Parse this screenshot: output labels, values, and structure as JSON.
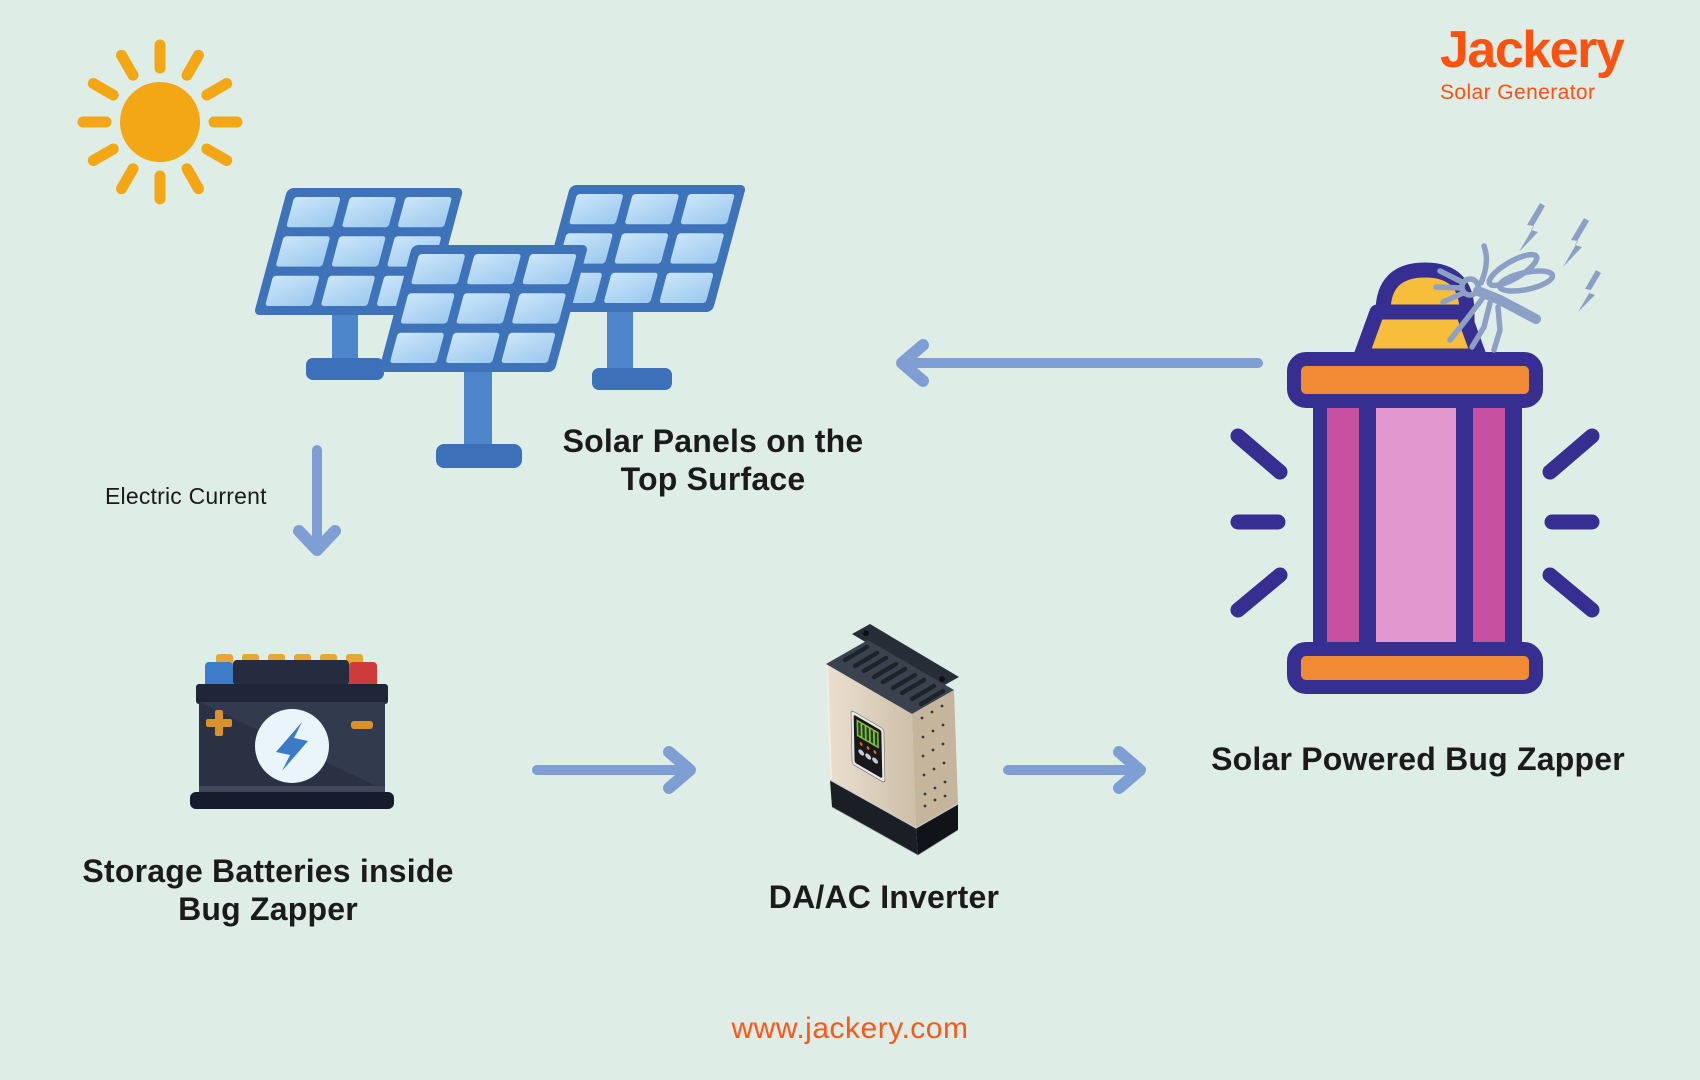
{
  "logo": {
    "brand": "Jackery",
    "tagline": "Solar Generator"
  },
  "labels": {
    "solar_panels_line1": "Solar Panels on the",
    "solar_panels_line2": "Top Surface",
    "electric_current": "Electric Current",
    "battery_line1": "Storage Batteries inside",
    "battery_line2": "Bug Zapper",
    "inverter": "DA/AC Inverter",
    "bug_zapper": "Solar Powered Bug Zapper"
  },
  "footer": {
    "website": "www.jackery.com"
  },
  "flow": {
    "edges": [
      {
        "from": "solar-panels",
        "to": "storage-batteries",
        "label": "Electric Current",
        "direction": "down"
      },
      {
        "from": "storage-batteries",
        "to": "inverter",
        "label": "",
        "direction": "right"
      },
      {
        "from": "inverter",
        "to": "bug-zapper",
        "label": "",
        "direction": "right"
      },
      {
        "from": "bug-zapper",
        "to": "solar-panels",
        "label": "",
        "direction": "left"
      }
    ]
  },
  "icons": [
    {
      "name": "sun-icon",
      "meaning": "sunlight"
    },
    {
      "name": "solar-panels-icon",
      "meaning": "photovoltaic panels"
    },
    {
      "name": "battery-icon",
      "meaning": "storage battery with lightning bolt"
    },
    {
      "name": "inverter-icon",
      "meaning": "DA/AC inverter unit"
    },
    {
      "name": "bug-zapper-lantern-icon",
      "meaning": "solar powered bug zapper lantern"
    },
    {
      "name": "mosquito-zap-icon",
      "meaning": "mosquito being zapped"
    }
  ],
  "colors": {
    "background": "#DFEDE7",
    "arrow_blue": "#7F9FD4",
    "text_dark": "#1B1B1B",
    "brand_orange": "#FB5210",
    "website_orange": "#F8581A",
    "sun_yellow": "#F3A714",
    "panel_frame_blue": "#3E73B9",
    "panel_cell_blue": "#A9D1F0",
    "panel_post_blue": "#4E86CC",
    "lantern_indigo": "#372E91",
    "lantern_orange": "#F18A34",
    "lantern_yellow": "#F7BE3C",
    "lantern_magenta": "#C850A0",
    "lantern_pink": "#E297CE",
    "mosquito_blue": "#8CA0C6",
    "battery_body": "#323A4E",
    "inverter_beige": "#DCD0BC"
  }
}
